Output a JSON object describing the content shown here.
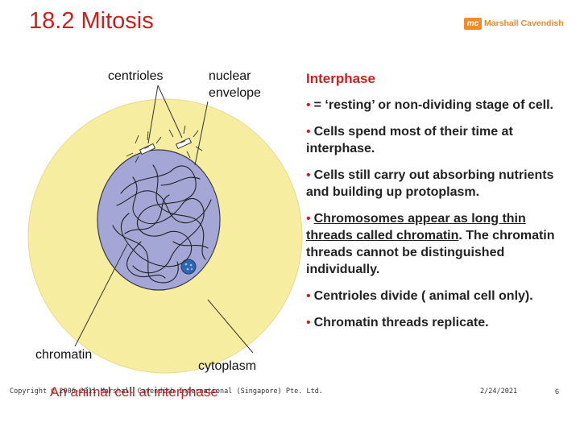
{
  "title": "18.2 Mitosis",
  "logo": {
    "mark": "mc",
    "text": "Marshall Cavendish"
  },
  "labels": {
    "centrioles": "centrioles",
    "nuclear_envelope": [
      "nuclear",
      "envelope"
    ],
    "chromatin": "chromatin",
    "cytoplasm": "cytoplasm"
  },
  "caption": "An animal cell at interphase",
  "content": {
    "heading": "Interphase",
    "bullet_char": "•",
    "bullets": {
      "b1": "= ‘resting’ or non-dividing stage of cell.",
      "b2": "Cells spend most of their time at interphase.",
      "b3": "Cells still carry out absorbing nutrients and building up protoplasm.",
      "b4_underlined_1": "Chromosomes appear as long thin threads called chromatin",
      "b4_rest": ". The chromatin threads cannot be distinguished individually.",
      "b5": "Centrioles divide ( animal cell only).",
      "b6": "Chromatin threads replicate."
    }
  },
  "footer": {
    "copyright": "Copyright © 2006-2011 Marshall Cavendish International (Singapore) Pte. Ltd.",
    "date": "2/24/2021",
    "page": "6"
  },
  "colors": {
    "cytoplasm": "#f7eda0",
    "nucleus": "#a4a7d6",
    "nucleolus": "#2f66b0",
    "title_red": "#cc1f1f"
  }
}
